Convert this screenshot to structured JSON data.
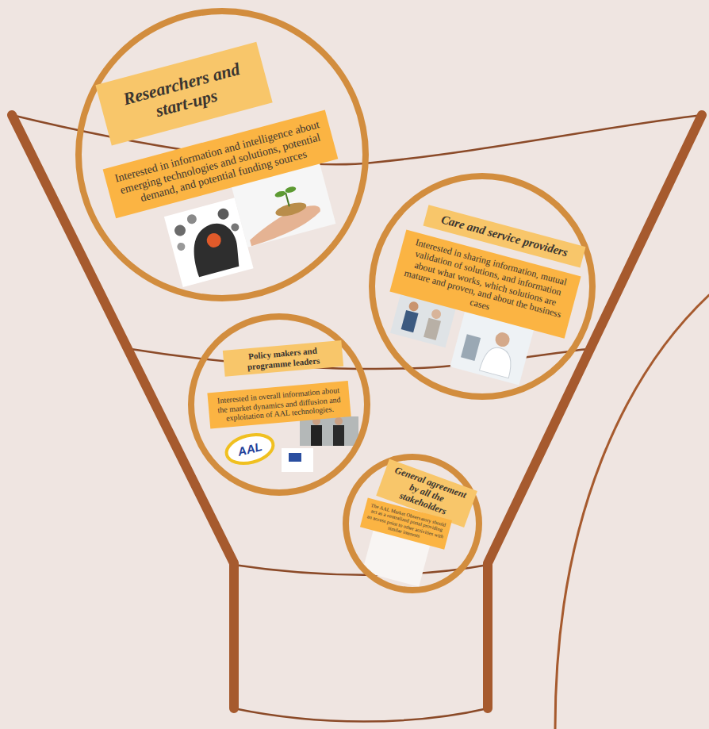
{
  "diagram": {
    "nodes": [
      {
        "text": [
          "Researchers and start-ups",
          "Interested in information and intelligence about emerging technologies and solutions, potential demand, and potential funding sources"
        ]
      },
      {
        "text": [
          "Care and service providers",
          "Interested in sharing information, mutual validation of solutions, and information about what works, which solutions are mature and proven, and about the business cases"
        ]
      },
      {
        "text": [
          "Policy makers and programme leaders",
          "Interested in overall information about the market dynamics and diffusion and exploitation of AAL technologies."
        ]
      },
      {
        "text": [
          "General agreement by all the stakeholders",
          "The AAL Market Observatory should act as a centralized portal providing an access point to other activities with similar interests"
        ]
      }
    ],
    "labels": [
      "AAL"
    ]
  }
}
